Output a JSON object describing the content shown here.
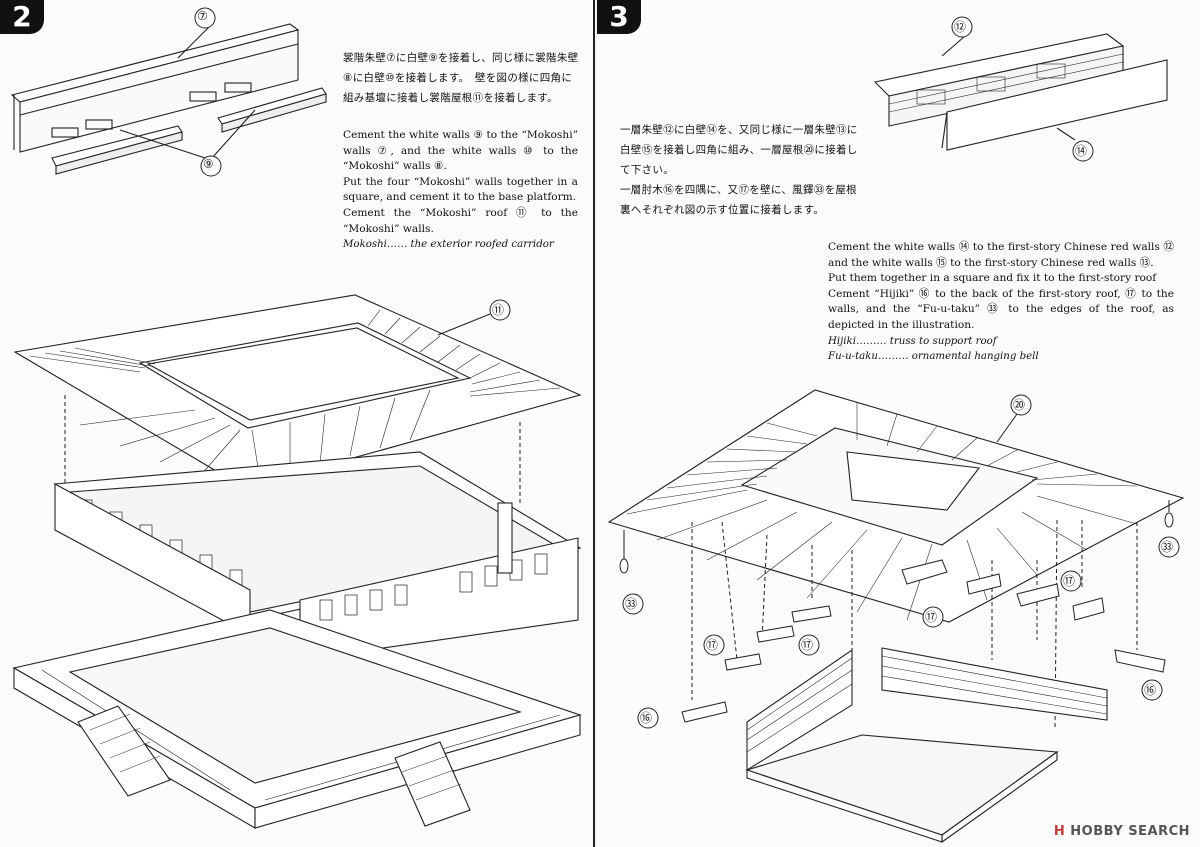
{
  "step2": {
    "badge": "2",
    "jp_lines": [
      "裳階朱壁⑦に白壁⑨を接着し、同じ様に裳階朱壁",
      "⑧に白壁⑩を接着します。　壁を図の様に四角に",
      "組み基壇に接着し裳階屋根⑪を接着します。"
    ],
    "en_paragraphs": [
      "Cement the white walls ⑨ to the “Mokoshi” walls ⑦, and the white walls ⑩ to the “Mokoshi” walls ⑧.",
      "Put the four “Mokoshi” walls together in a square, and cement it to the base platform.",
      "Cement the “Mokoshi” roof ⑪ to the “Mokoshi” walls."
    ],
    "gloss": "Mokoshi…… the exterior roofed carridor",
    "callouts": [
      "⑦",
      "⑨",
      "⑪"
    ]
  },
  "step3": {
    "badge": "3",
    "jp_lines": [
      "一層朱壁⑫に白壁⑭を、又同じ様に一層朱壁⑬に",
      "白壁⑮を接着し四角に組み、一層屋根⑳に接着し",
      "て下さい。",
      "一層肘木⑯を四隅に、又⑰を壁に、風鐸㉝を屋根",
      "裏へそれぞれ図の示す位置に接着します。"
    ],
    "en_paragraphs": [
      "Cement the white walls ⑭ to the first-story Chinese red walls ⑫ and the white walls ⑮ to the first-story Chinese red walls ⑬.",
      "Put them together in a square and fix it to the first-story roof",
      "Cement “Hijiki” ⑯ to the back of the first-story roof, ⑰ to the walls, and the “Fu-u-taku” ㉝ to the edges of the roof, as depicted in the illustration."
    ],
    "gloss": [
      "Hijiki……… truss to support roof",
      "Fu-u-taku……… ornamental hanging bell"
    ],
    "callouts": [
      "⑫",
      "⑭",
      "⑳",
      "⑰",
      "⑯",
      "㉝"
    ]
  },
  "watermark": {
    "logo": "H",
    "text": "HOBBY SEARCH"
  },
  "colors": {
    "ink": "#1a1a1a",
    "paper": "#fbfbf9",
    "watermark": "#c23b3b"
  }
}
